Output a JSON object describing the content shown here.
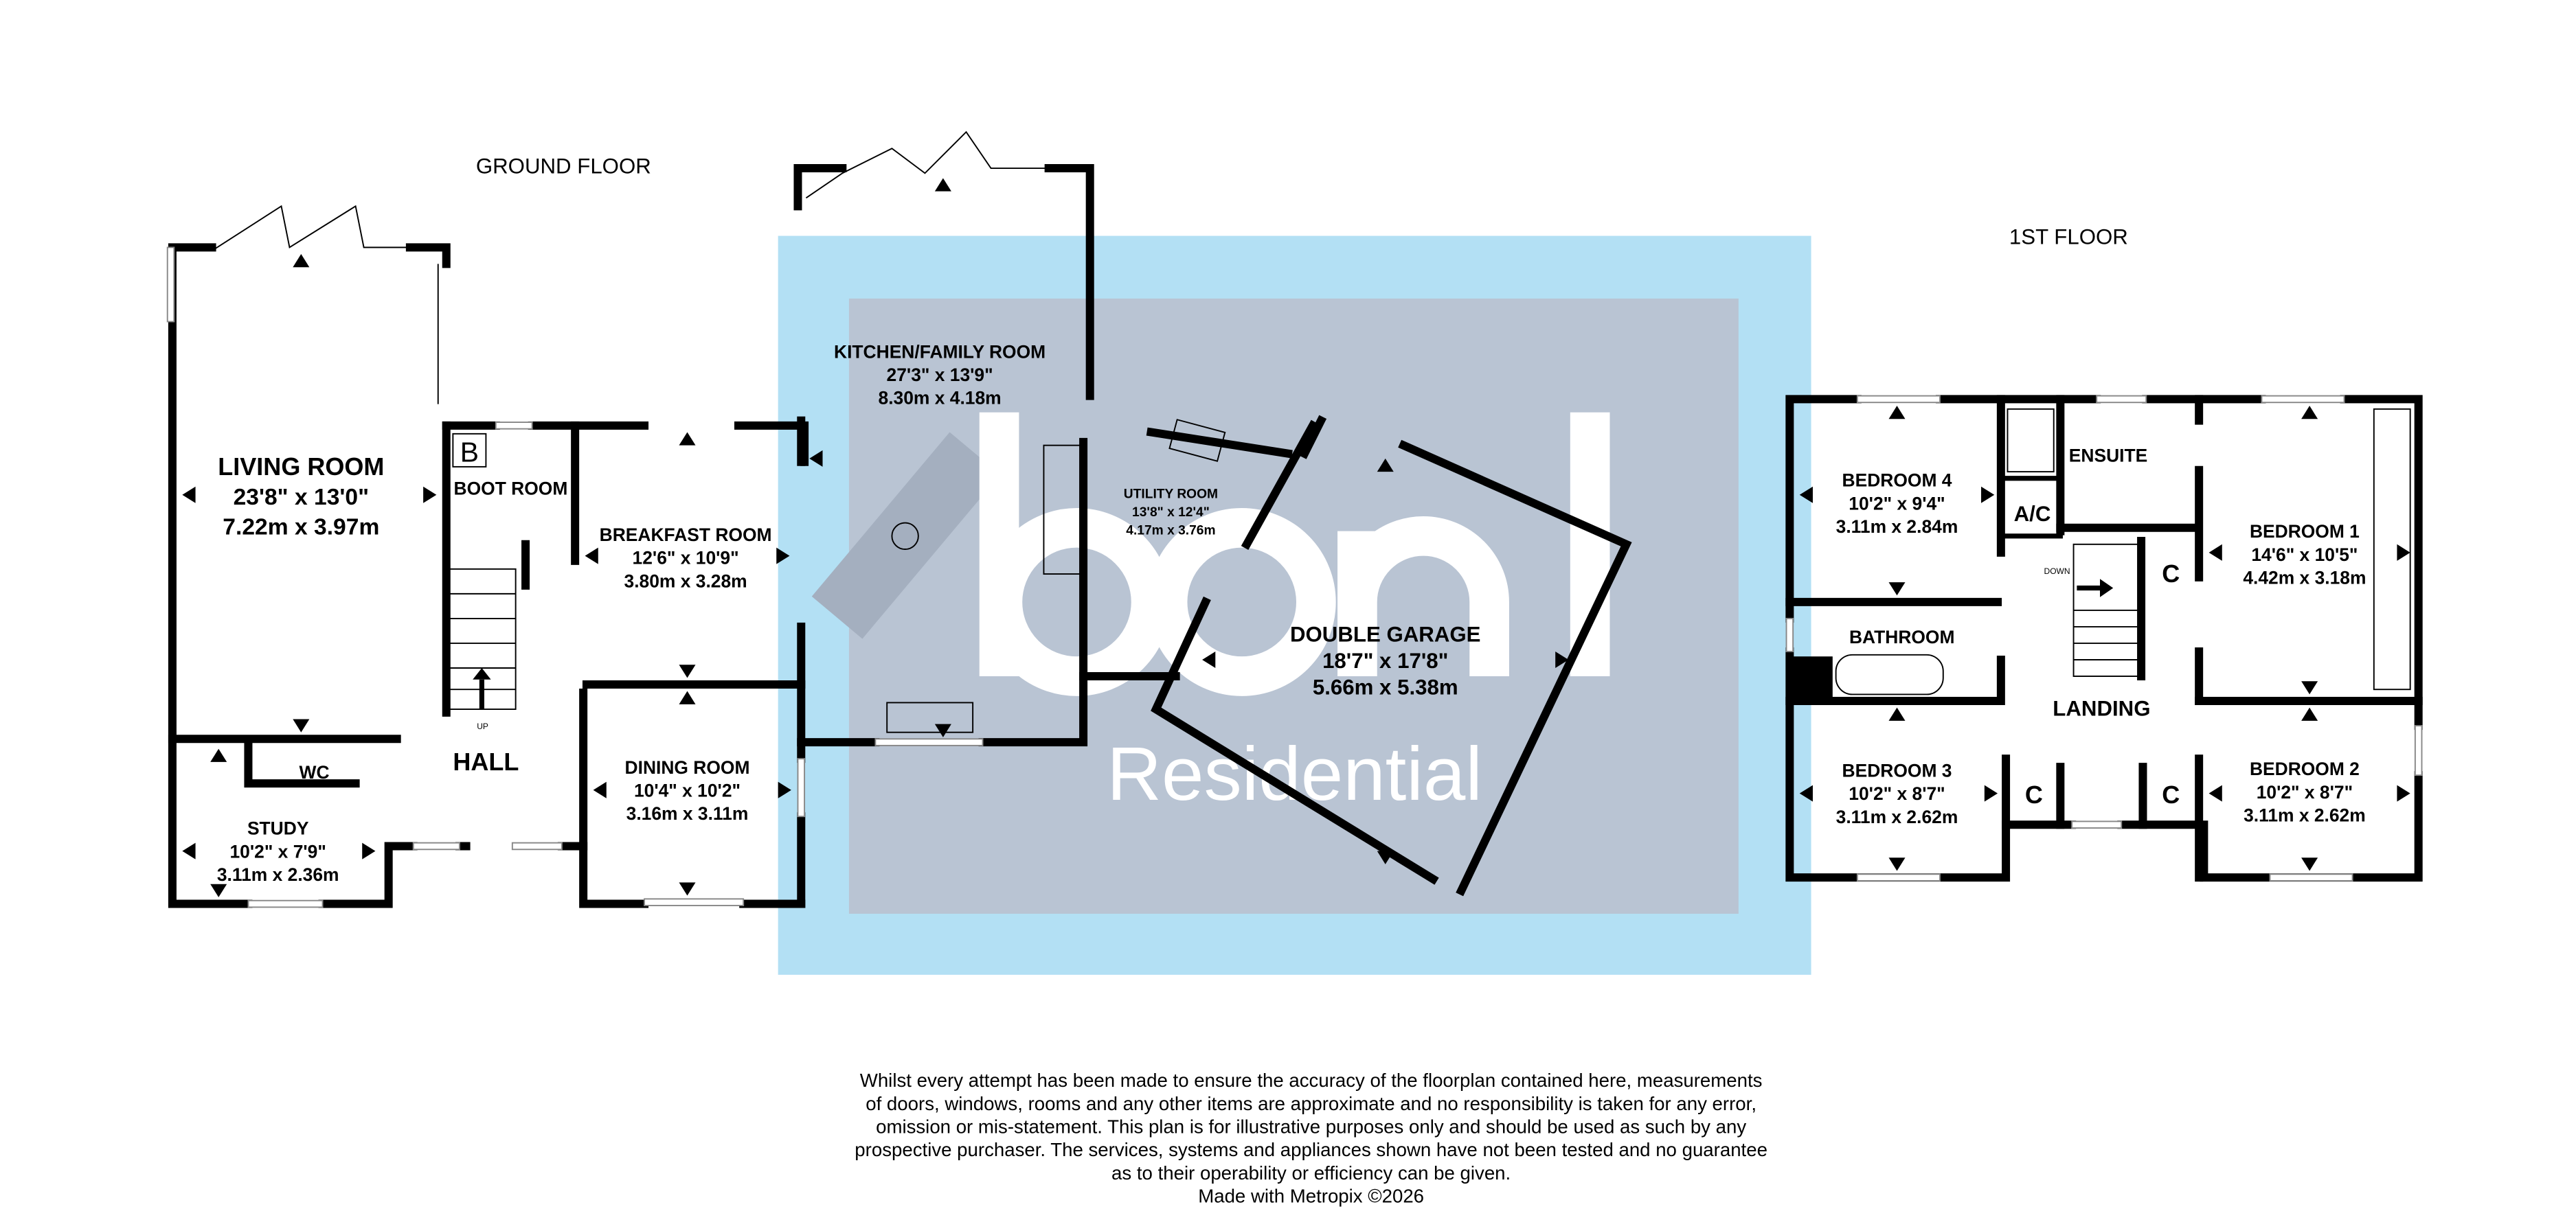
{
  "floors": {
    "ground": "GROUND FLOOR",
    "first": "1ST FLOOR"
  },
  "watermark": {
    "logo": "bond",
    "sub": "Residential"
  },
  "colors": {
    "overlay_outer": "#b3e0f4",
    "overlay_inner": "#b9c4d3",
    "walls": "#000000"
  },
  "rooms": {
    "living": {
      "name": "LIVING ROOM",
      "imperial": "23'8\"  x 13'0\"",
      "metric": "7.22m  x 3.97m"
    },
    "breakfast": {
      "name": "BREAKFAST ROOM",
      "imperial": "12'6\"  x 10'9\"",
      "metric": "3.80m  x 3.28m"
    },
    "dining": {
      "name": "DINING ROOM",
      "imperial": "10'4\"  x 10'2\"",
      "metric": "3.16m  x 3.11m"
    },
    "study": {
      "name": "STUDY",
      "imperial": "10'2\"  x 7'9\"",
      "metric": "3.11m  x 2.36m"
    },
    "kitchen": {
      "name": "KITCHEN/FAMILY ROOM",
      "imperial": "27'3\"  x 13'9\"",
      "metric": "8.30m  x 4.18m"
    },
    "utility": {
      "name": "UTILITY ROOM",
      "imperial": "13'8\"  x 12'4\"",
      "metric": "4.17m  x 3.76m"
    },
    "garage": {
      "name": "DOUBLE GARAGE",
      "imperial": "18'7\"  x 17'8\"",
      "metric": "5.66m  x 5.38m"
    },
    "bed1": {
      "name": "BEDROOM 1",
      "imperial": "14'6\"  x 10'5\"",
      "metric": "4.42m  x 3.18m"
    },
    "bed2": {
      "name": "BEDROOM 2",
      "imperial": "10'2\"  x 8'7\"",
      "metric": "3.11m  x 2.62m"
    },
    "bed3": {
      "name": "BEDROOM 3",
      "imperial": "10'2\"  x 8'7\"",
      "metric": "3.11m  x 2.62m"
    },
    "bed4": {
      "name": "BEDROOM 4",
      "imperial": "10'2\"  x 9'4\"",
      "metric": "3.11m  x 2.84m"
    }
  },
  "labels": {
    "boot_room": "BOOT ROOM",
    "boiler": "B",
    "hall": "HALL",
    "wc": "WC",
    "up": "UP",
    "down": "DOWN",
    "ensuite": "ENSUITE",
    "airing_cupboard": "A/C",
    "bathroom": "BATHROOM",
    "landing": "LANDING",
    "cupboard": "C"
  },
  "disclaimer": [
    "Whilst every attempt has been made to ensure the accuracy of the floorplan contained here, measurements",
    "of doors, windows, rooms and any other items are approximate and no responsibility is taken for any error,",
    "omission or mis-statement. This plan is for illustrative purposes only and should be used as such by any",
    "prospective purchaser. The services, systems and appliances shown have not been tested and no guarantee",
    "as to their operability or efficiency can be given."
  ],
  "credit": "Made with Metropix ©2026"
}
